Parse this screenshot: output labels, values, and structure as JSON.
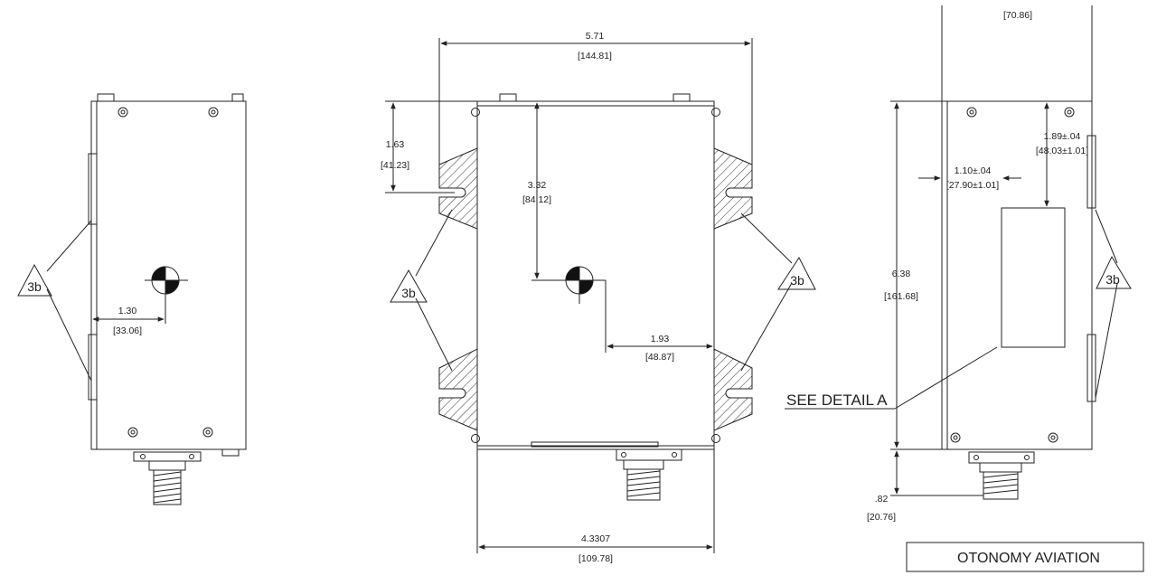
{
  "title_block": {
    "company": "OTONOMY AVIATION"
  },
  "callouts": {
    "detail": "SEE DETAIL A",
    "note": "3b"
  },
  "left_view": {
    "cg_offset": {
      "in": "1.30",
      "mm": "[33.06]"
    }
  },
  "front_view": {
    "width_top": {
      "in": "5.71",
      "mm": "[144.81]"
    },
    "slot_height": {
      "in": "1.63",
      "mm": "[41.23]"
    },
    "cg_vertical": {
      "in": "3.32",
      "mm": "[84.12]"
    },
    "cg_horizontal": {
      "in": "1.93",
      "mm": "[48.87]"
    },
    "width_bottom": {
      "in": "4.3307",
      "mm": "[109.78]"
    }
  },
  "right_view": {
    "top_width": {
      "mm": "[70.86]"
    },
    "detail_top": {
      "in": "1.89±.04",
      "mm": "[48.03±1.01]"
    },
    "detail_side": {
      "in": "1.10±.04",
      "mm": "[27.90±1.01]"
    },
    "height": {
      "in": "6.38",
      "mm": "[161.68]"
    },
    "connector": {
      "in": ".82",
      "mm": "[20.76]"
    }
  },
  "colors": {
    "line": "#222222",
    "paper": "#ffffff"
  }
}
